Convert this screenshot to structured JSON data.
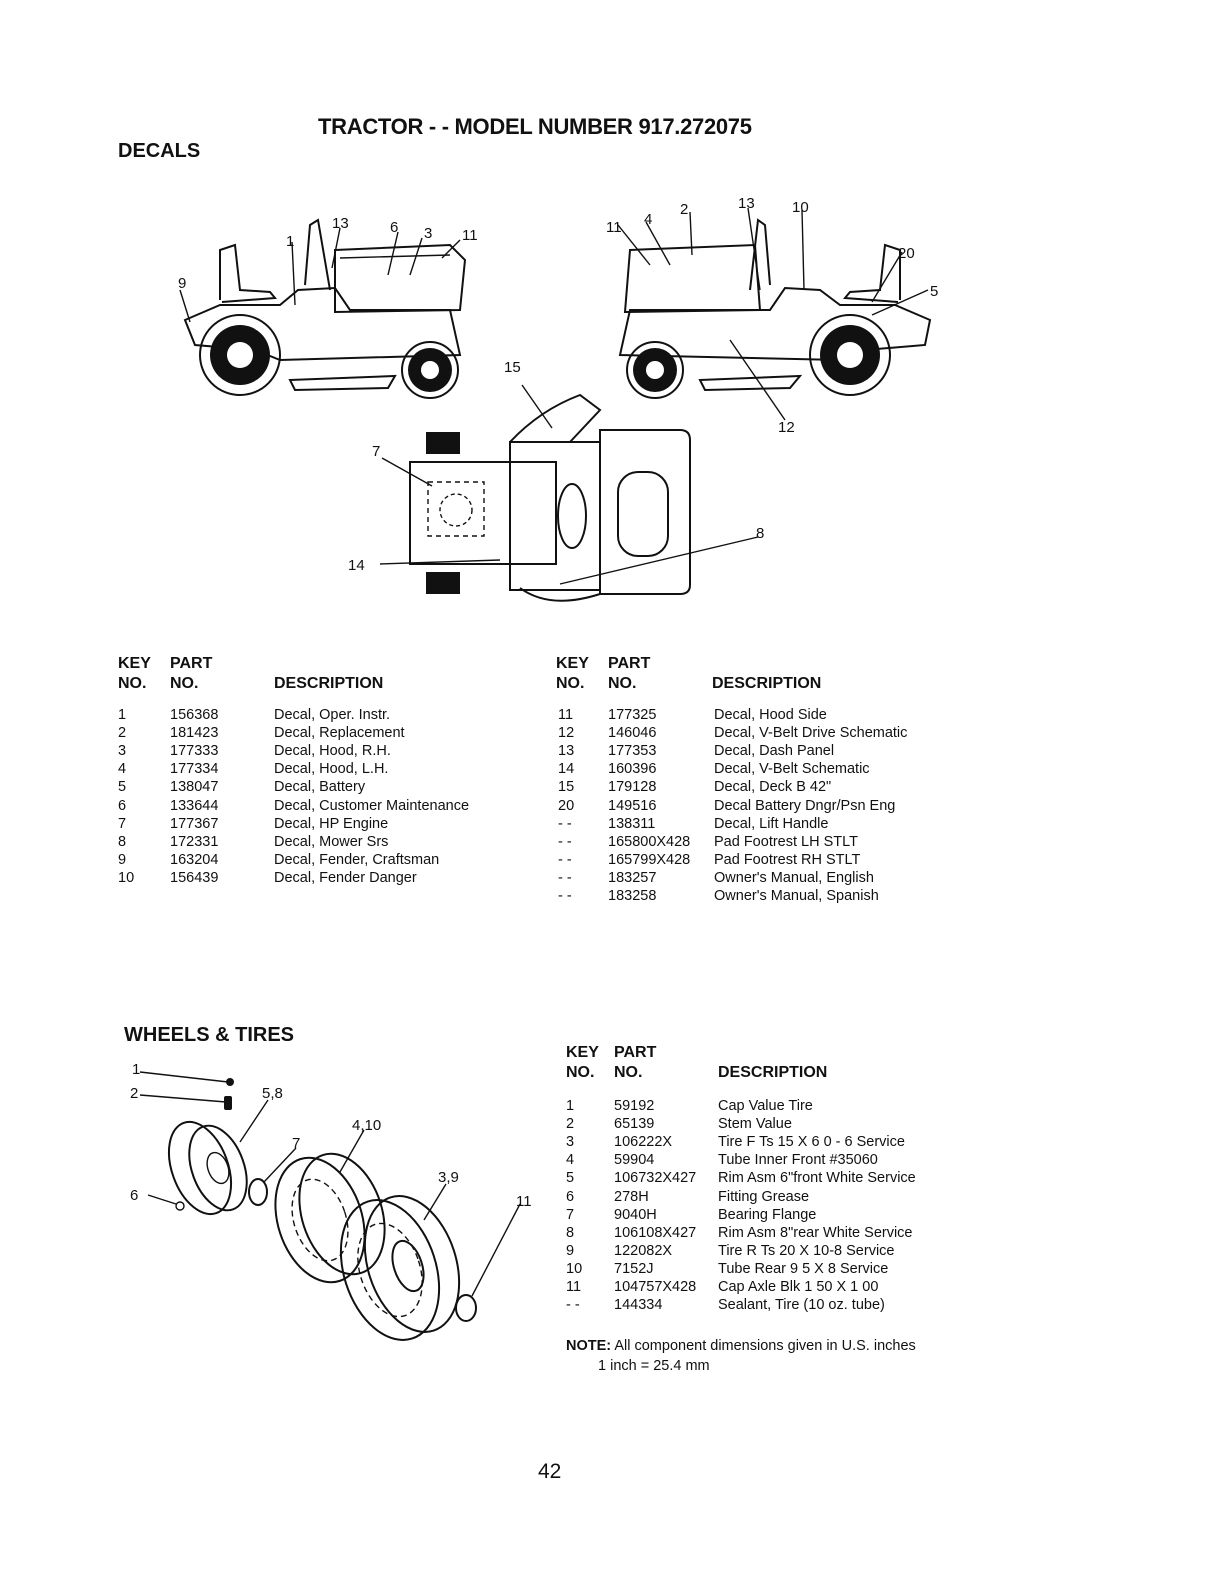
{
  "title": "TRACTOR - - MODEL NUMBER 917.272075",
  "decals": {
    "heading": "DECALS",
    "callouts": [
      "1",
      "2",
      "3",
      "4",
      "5",
      "6",
      "7",
      "8",
      "9",
      "10",
      "11",
      "12",
      "13",
      "14",
      "15",
      "20"
    ],
    "headers": {
      "key": "KEY",
      "no": "NO.",
      "part": "PART",
      "part_no": "NO.",
      "description": "DESCRIPTION"
    },
    "rows_left": [
      {
        "key": "1",
        "part": "156368",
        "desc": "Decal, Oper. Instr."
      },
      {
        "key": "2",
        "part": "181423",
        "desc": "Decal, Replacement"
      },
      {
        "key": "3",
        "part": "177333",
        "desc": "Decal, Hood, R.H."
      },
      {
        "key": "4",
        "part": "177334",
        "desc": "Decal, Hood, L.H."
      },
      {
        "key": "5",
        "part": "138047",
        "desc": "Decal, Battery"
      },
      {
        "key": "6",
        "part": "133644",
        "desc": "Decal, Customer Maintenance"
      },
      {
        "key": "7",
        "part": "177367",
        "desc": "Decal, HP Engine"
      },
      {
        "key": "8",
        "part": "172331",
        "desc": "Decal, Mower Srs"
      },
      {
        "key": "9",
        "part": "163204",
        "desc": "Decal, Fender, Craftsman"
      },
      {
        "key": "10",
        "part": "156439",
        "desc": "Decal, Fender Danger"
      }
    ],
    "rows_right": [
      {
        "key": "11",
        "part": "177325",
        "desc": "Decal, Hood Side"
      },
      {
        "key": "12",
        "part": "146046",
        "desc": "Decal, V-Belt Drive Schematic"
      },
      {
        "key": "13",
        "part": "177353",
        "desc": "Decal, Dash Panel"
      },
      {
        "key": "14",
        "part": "160396",
        "desc": "Decal, V-Belt Schematic"
      },
      {
        "key": "15",
        "part": "179128",
        "desc": "Decal, Deck B 42\""
      },
      {
        "key": "20",
        "part": "149516",
        "desc": "Decal Battery Dngr/Psn Eng"
      },
      {
        "key": "- -",
        "part": "138311",
        "desc": "Decal, Lift Handle"
      },
      {
        "key": "- -",
        "part": "165800X428",
        "desc": "Pad Footrest LH STLT"
      },
      {
        "key": "- -",
        "part": "165799X428",
        "desc": "Pad Footrest RH STLT"
      },
      {
        "key": "- -",
        "part": "183257",
        "desc": "Owner's Manual, English"
      },
      {
        "key": "- -",
        "part": "183258",
        "desc": "Owner's Manual, Spanish"
      }
    ]
  },
  "wheels": {
    "heading": "WHEELS & TIRES",
    "callouts": [
      "1",
      "2",
      "5,8",
      "7",
      "4,10",
      "3,9",
      "6",
      "11"
    ],
    "headers": {
      "key": "KEY",
      "no": "NO.",
      "part": "PART",
      "part_no": "NO.",
      "description": "DESCRIPTION"
    },
    "rows": [
      {
        "key": "1",
        "part": "59192",
        "desc": "Cap Value Tire"
      },
      {
        "key": "2",
        "part": "65139",
        "desc": "Stem Value"
      },
      {
        "key": "3",
        "part": "106222X",
        "desc": "Tire F Ts 15 X 6 0 - 6 Service"
      },
      {
        "key": "4",
        "part": "59904",
        "desc": "Tube Inner Front #35060"
      },
      {
        "key": "5",
        "part": "106732X427",
        "desc": "Rim Asm 6\"front White Service"
      },
      {
        "key": "6",
        "part": "278H",
        "desc": "Fitting Grease"
      },
      {
        "key": "7",
        "part": "9040H",
        "desc": "Bearing Flange"
      },
      {
        "key": "8",
        "part": "106108X427",
        "desc": "Rim Asm 8\"rear White Service"
      },
      {
        "key": "9",
        "part": "122082X",
        "desc": "Tire R Ts 20 X 10-8 Service"
      },
      {
        "key": "10",
        "part": "7152J",
        "desc": "Tube Rear 9 5 X 8 Service"
      },
      {
        "key": "11",
        "part": "104757X428",
        "desc": "Cap Axle Blk 1 50 X 1 00"
      },
      {
        "key": "- -",
        "part": "144334",
        "desc": "Sealant, Tire (10 oz. tube)"
      }
    ]
  },
  "note": {
    "label": "NOTE:",
    "text": "All component dimensions given in U.S. inches",
    "conversion": "1 inch = 25.4 mm"
  },
  "page_number": "42"
}
